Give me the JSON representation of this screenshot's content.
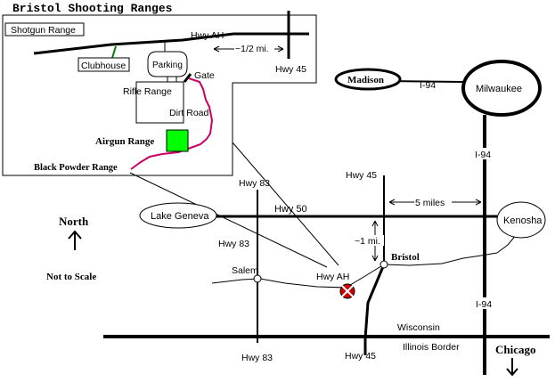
{
  "title": "Bristol Shooting Ranges",
  "inset": {
    "shotgun_range": "Shotgun Range",
    "clubhouse": "Clubhouse",
    "parking": "Parking",
    "gate": "Gate",
    "rifle_range": "Rifle Range",
    "dirt_road": "Dirt Road",
    "airgun_range": "Airgun Range",
    "black_powder_range": "Black Powder Range",
    "hwy_ah": "Hwy AH",
    "hwy_45": "Hwy 45",
    "half_mile": "~1/2 mi."
  },
  "cities": {
    "madison": "Madison",
    "milwaukee": "Milwaukee",
    "lake_geneva": "Lake Geneva",
    "kenosha": "Kenosha",
    "bristol": "Bristol",
    "salem": "Salem",
    "chicago": "Chicago"
  },
  "roads": {
    "i94_madison": "I-94",
    "i94_north": "I-94",
    "i94_south": "I-94",
    "hwy50": "Hwy 50",
    "hwy83_top": "Hwy 83",
    "hwy83_mid": "Hwy 83",
    "hwy83_bottom": "Hwy 83",
    "hwy45_top": "Hwy 45",
    "hwy45_bottom": "Hwy 45",
    "hwy_ah": "Hwy AH"
  },
  "annotations": {
    "five_miles": "5 miles",
    "one_mile": "~1 mi.",
    "wisconsin": "Wisconsin",
    "illinois_border": "Illinois Border",
    "north": "North",
    "not_to_scale": "Not to Scale"
  },
  "colors": {
    "road": "#000000",
    "dirt_road": "#cc0066",
    "airgun_fill": "#00ff00",
    "clubhouse_path": "#008000",
    "marker": "#cc0000"
  }
}
